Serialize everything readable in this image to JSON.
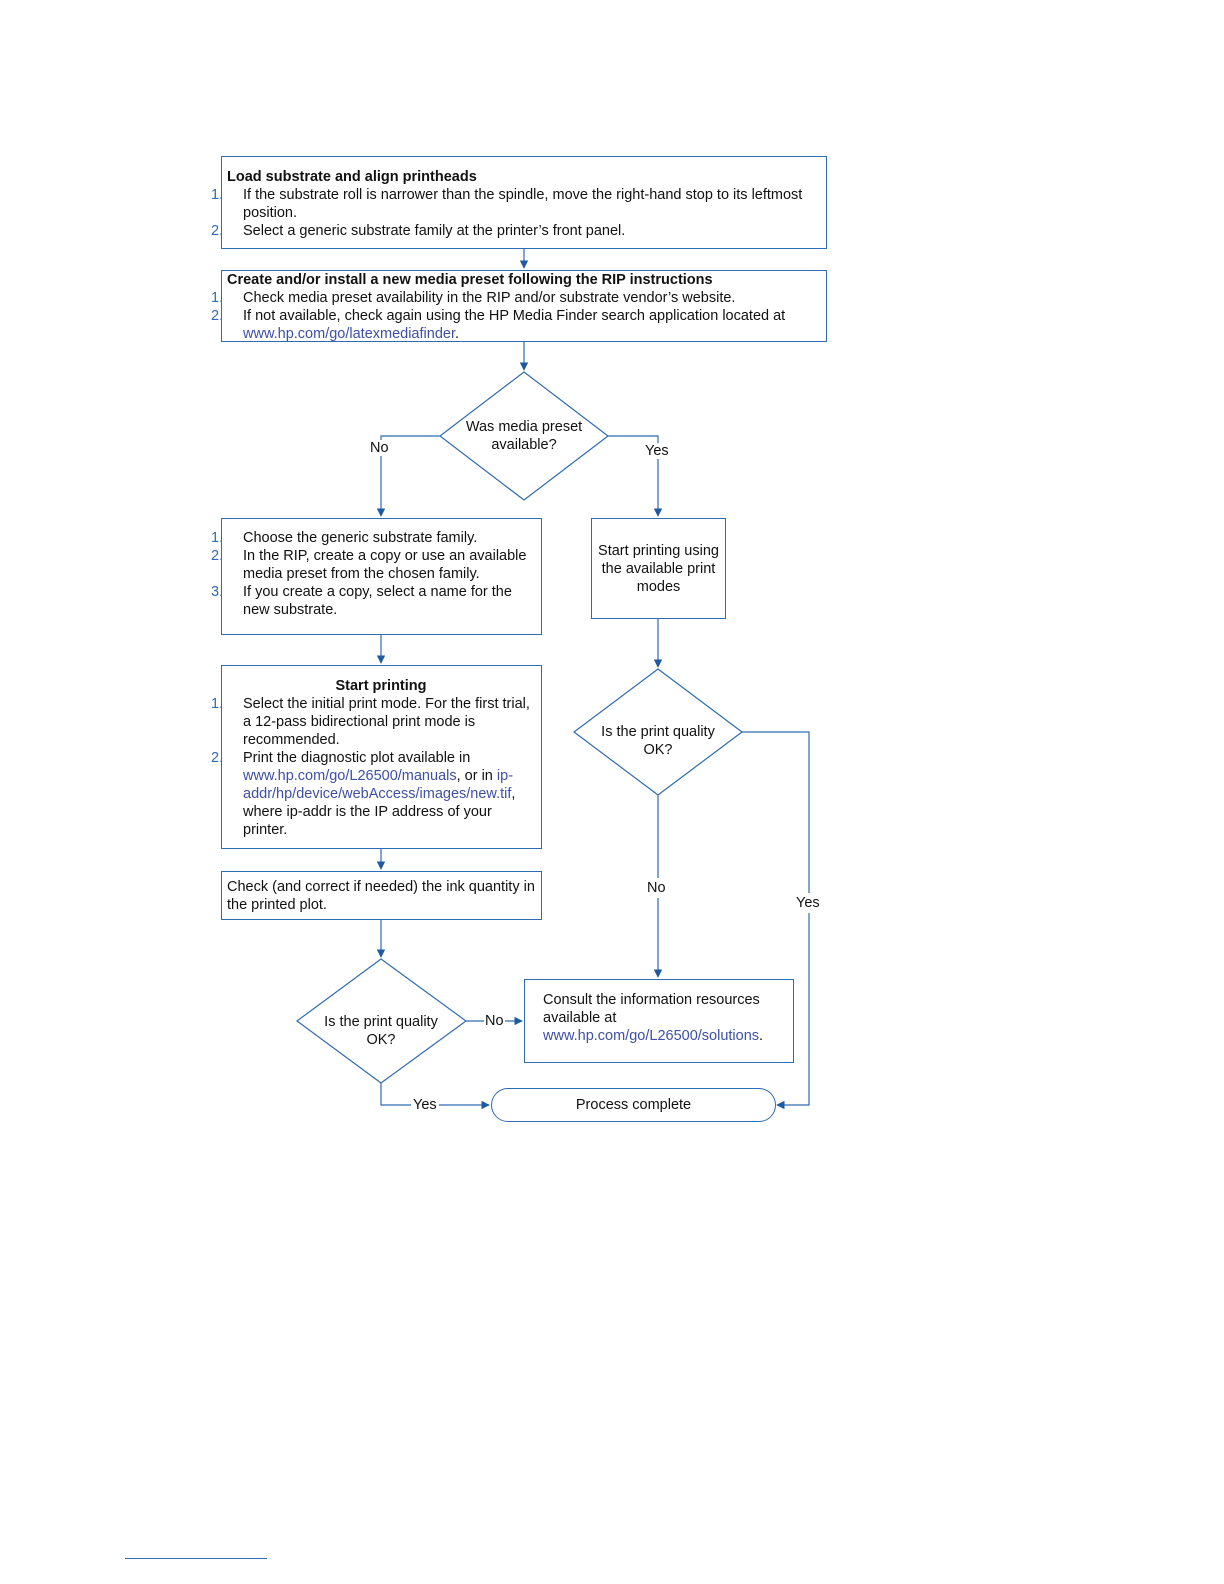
{
  "box1": {
    "title": "Load substrate and align printheads",
    "items": [
      {
        "num": "1.",
        "text": "If the substrate roll is narrower than the spindle, move the right-hand stop to its leftmost position."
      },
      {
        "num": "2.",
        "text": "Select a generic substrate family at the printer’s front panel."
      }
    ]
  },
  "box2": {
    "title": "Create and/or install a new media preset following the RIP instructions",
    "item1_num": "1.",
    "item1_text": "Check media preset availability in the RIP and/or substrate vendor’s website.",
    "item2_num": "2.",
    "item2_text": "If not available, check again using the HP Media Finder search application located at",
    "item2_link": "www.hp.com/go/latexmediafinder",
    "item2_end": "."
  },
  "decision1": {
    "text_line1": "Was media preset",
    "text_line2": "available?",
    "no_label": "No",
    "yes_label": "Yes"
  },
  "box3": {
    "items": [
      {
        "num": "1.",
        "text": "Choose the generic substrate family."
      },
      {
        "num": "2.",
        "text": "In the RIP, create a copy or use an available media preset from the chosen family."
      },
      {
        "num": "3.",
        "text": "If you create a copy, select a name for the new substrate."
      }
    ]
  },
  "box_yes": {
    "line1": "Start printing using",
    "line2": "the available print",
    "line3": "modes"
  },
  "box4": {
    "title": "Start printing",
    "item1_num": "1.",
    "item1_text": "Select the initial print mode. For the first trial, a 12-pass bidirectional print mode is recommended.",
    "item2_num": "2.",
    "item2_text": "Print the diagnostic plot available in",
    "item2_link1": "www.hp.com/go/L26500/manuals",
    "item2_mid": ", or in",
    "item2_link2": "ip-addr/hp/device/webAccess/images/new.tif",
    "item2_end": ", where ip-addr is the IP address of your printer."
  },
  "box5": {
    "text": "Check (and correct if needed) the ink quantity in the printed plot."
  },
  "decision2": {
    "line1": "Is the print quality",
    "line2": "OK?",
    "no_label": "No",
    "yes_label": "Yes"
  },
  "decision3": {
    "line1": "Is the print quality",
    "line2": "OK?",
    "no_label": "No",
    "yes_label": "Yes"
  },
  "box6": {
    "line1": "Consult the information resources",
    "line2": "available at",
    "link": "www.hp.com/go/L26500/solutions",
    "end": "."
  },
  "terminal": {
    "text": "Process complete"
  },
  "colors": {
    "line": "#2f6bb0",
    "link": "#3d4fa6"
  }
}
